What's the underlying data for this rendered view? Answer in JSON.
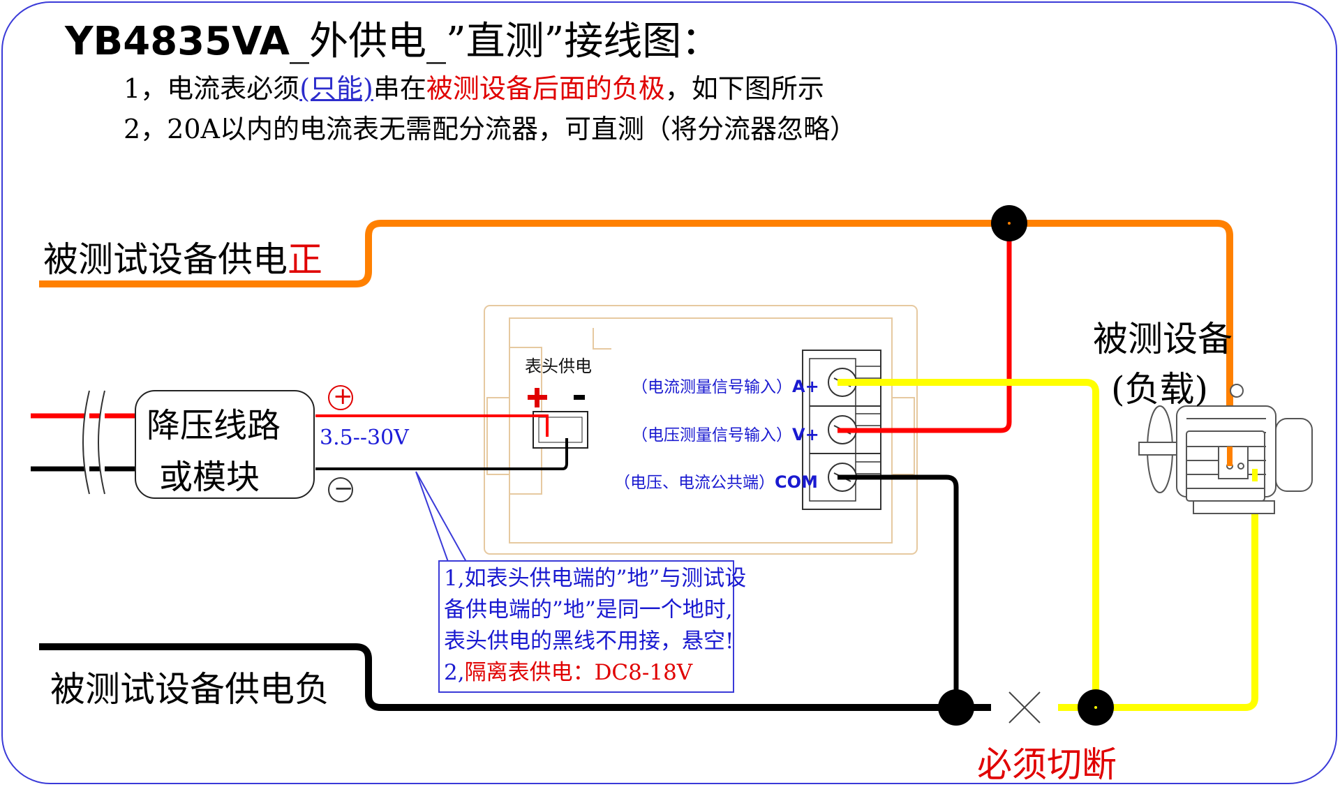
{
  "title": {
    "model": "YB4835VA",
    "rest": "_外供电_”直测”接线图："
  },
  "notes": {
    "line1_prefix": "1，电流表必须",
    "line1_blue": "(只能)",
    "line1_mid": "串在",
    "line1_red": "被测设备后面的负极",
    "line1_suffix": "，如下图所示",
    "line2": "2，20A以内的电流表无需配分流器，可直测（将分流器忽略）"
  },
  "labels": {
    "supply_positive_prefix": "被测试设备供电",
    "supply_positive_red": "正",
    "supply_negative": "被测试设备供电负",
    "device_under_test": "被测设备",
    "load": "(负载)",
    "must_cut": "必须切断",
    "buck_line1": "降压线路",
    "buck_line2": "或模块",
    "voltage_range": "3.5--30V",
    "plus_sign": "+",
    "minus_sign": "−",
    "meter_power": "表头供电",
    "meter_plus": "+",
    "meter_minus": "-"
  },
  "terminals": {
    "a_plus_desc": "（电流测量信号输入）",
    "a_plus": "A+",
    "v_plus_desc": "（电压测量信号输入）",
    "v_plus": "V+",
    "com_desc": "（电压、电流公共端）",
    "com": "COM"
  },
  "callout": {
    "line1": "1,如表头供电端的”地”与测试设",
    "line2": "备供电端的”地”是同一个地时,",
    "line3": "表头供电的黑线不用接，悬空!",
    "line4_blue": "2,",
    "line4_red": "隔离表供电：DC8-18V"
  },
  "colors": {
    "positive_wire": "#ff8000",
    "red_wire": "#ff0000",
    "black_wire": "#000000",
    "yellow_wire": "#ffff00",
    "border": "#3a3ad8",
    "meter_outline": "#e6c9a0"
  }
}
